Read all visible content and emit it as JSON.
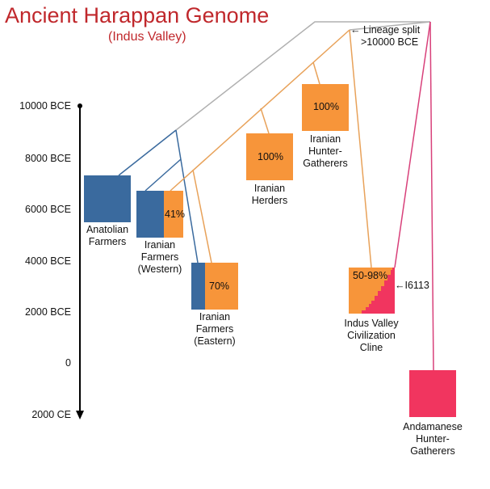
{
  "header": {
    "title": "Ancient Harappan Genome",
    "subtitle": "(Indus Valley)"
  },
  "time_axis": {
    "ticks": [
      "10000 BCE",
      "8000 BCE",
      "6000 BCE",
      "4000 BCE",
      "2000 BCE",
      "0",
      "2000 CE"
    ]
  },
  "colors": {
    "anatolian_blue": "#3a6a9e",
    "iranian_orange": "#f7953a",
    "andamanese_pink": "#f1355f",
    "lineage_gray": "#b0b0b0"
  },
  "annotations": {
    "lineage_split": {
      "arrow": "←",
      "line1": "Lineage split",
      "line2": ">10000 BCE"
    },
    "sample": {
      "arrow": "←",
      "label": "I6113"
    }
  },
  "populations": {
    "anatolian_farmers": {
      "label_lines": [
        "Anatolian",
        "Farmers"
      ]
    },
    "iranian_farmers_western": {
      "label_lines": [
        "Iranian",
        "Farmers",
        "(Western)"
      ],
      "iranian_share": "41%"
    },
    "iranian_farmers_eastern": {
      "label_lines": [
        "Iranian",
        "Farmers",
        "(Eastern)"
      ],
      "iranian_share": "70%"
    },
    "iranian_herders": {
      "label_lines": [
        "Iranian",
        "Herders"
      ],
      "iranian_share": "100%"
    },
    "iranian_hunter_gatherers": {
      "label_lines": [
        "Iranian",
        "Hunter-",
        "Gatherers"
      ],
      "iranian_share": "100%"
    },
    "indus_valley_cline": {
      "label_lines": [
        "Indus Valley",
        "Civilization",
        "Cline"
      ],
      "iranian_share": "50-98%"
    },
    "andamanese_hunter_gatherers": {
      "label_lines": [
        "Andamanese",
        "Hunter-",
        "Gatherers"
      ]
    }
  }
}
